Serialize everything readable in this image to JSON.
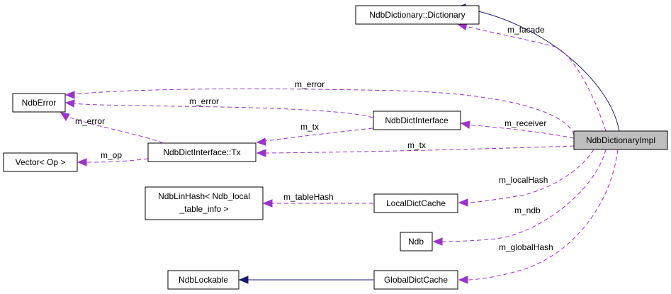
{
  "nodes": {
    "dictionary": "NdbDictionary::Dictionary",
    "ndb_error": "NdbError",
    "ndb_dict_interface": "NdbDictInterface",
    "ndb_dictionary_impl": "NdbDictionaryImpl",
    "vector_op": "Vector< Op >",
    "ndb_dict_interface_tx": "NdbDictInterface::Tx",
    "ndb_lin_hash_line1": "NdbLinHash< Ndb_local",
    "ndb_lin_hash_line2": "_table_info >",
    "local_dict_cache": "LocalDictCache",
    "ndb": "Ndb",
    "ndb_lockable": "NdbLockable",
    "global_dict_cache": "GlobalDictCache"
  },
  "edges": {
    "facade": "m_facade",
    "error_top": "m_error",
    "error_mid": "m_error",
    "error_tx": "m_error",
    "receiver": "m_receiver",
    "tx_iface": "m_tx",
    "tx_impl": "m_tx",
    "op": "m_op",
    "local_hash": "m_localHash",
    "table_hash": "m_tableHash",
    "ndb": "m_ndb",
    "global_hash": "m_globalHash"
  },
  "colors": {
    "inheritance": "#191970",
    "association": "#9a32cd",
    "highlight_fill": "#bfbfbf"
  }
}
